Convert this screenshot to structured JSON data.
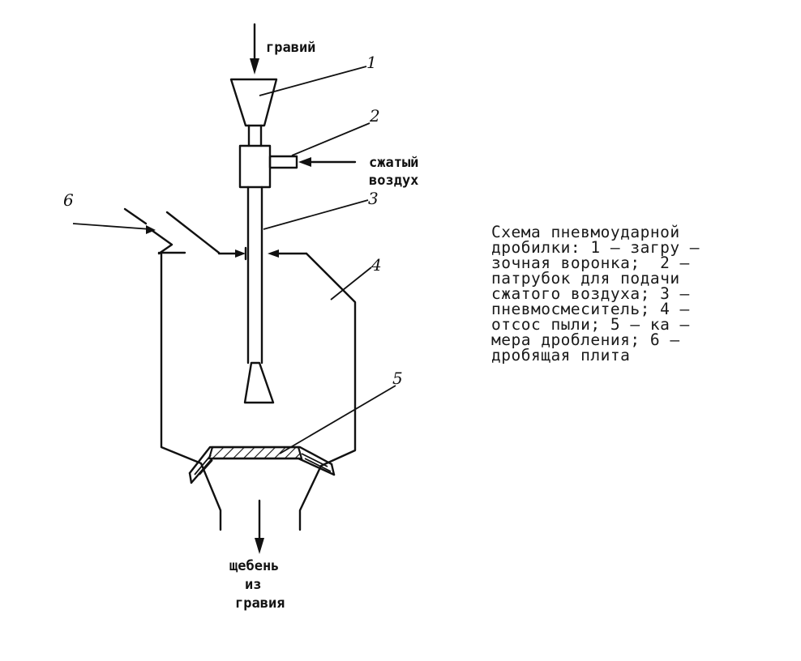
{
  "labels": {
    "gravel_in": "гравий",
    "compressed_air": [
      "сжатый",
      "воздух"
    ],
    "output": [
      "щебень",
      "из",
      "гравия"
    ]
  },
  "numbers": [
    "1",
    "2",
    "3",
    "4",
    "5",
    "6"
  ],
  "caption": {
    "lines": [
      "Схема пневмоударной",
      "дробилки: 1 – загру –",
      "зочная воронка;  2 –",
      "патрубок для подачи",
      "сжатого воздуха; 3 –",
      "пневмосмеситель; 4 –",
      "отсос пыли; 5 – ка –",
      "мера дробления; 6 –",
      "дробящая плита"
    ]
  }
}
